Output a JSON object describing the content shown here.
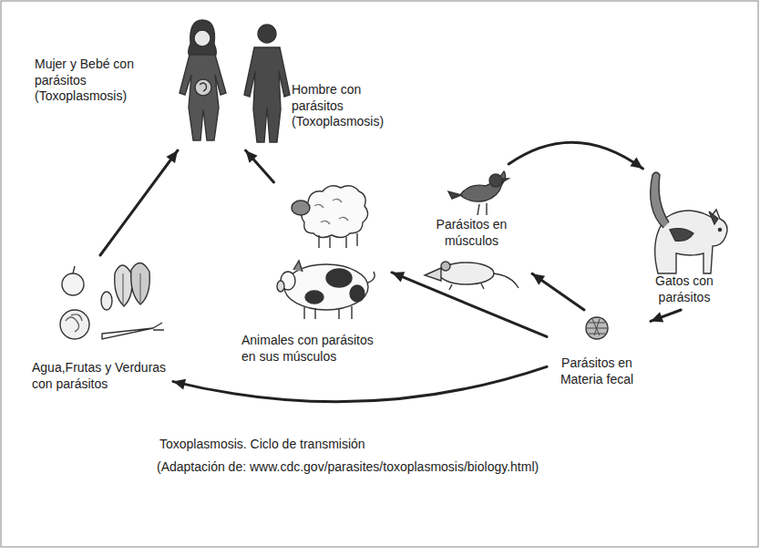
{
  "diagram": {
    "title": "Toxoplasmosis. Ciclo de transmisión",
    "caption": "(Adaptación de: www.cdc.gov/parasites/toxoplasmosis/biology.html)",
    "nodes": [
      {
        "text": [
          "Mujer y Bebé con parásitos (Toxoplasmosis)"
        ]
      },
      {
        "text": [
          "Hombre con parásitos (Toxoplasmosis)"
        ]
      },
      {
        "text": [
          "Parásitos en músculos"
        ]
      },
      {
        "text": [
          "Gatos con parásitos"
        ]
      },
      {
        "text": [
          "Parásitos en Materia fecal"
        ]
      },
      {
        "text": [
          "Animales con parásitos en sus músculos"
        ]
      },
      {
        "text": [
          "Agua,Frutas y Verduras con parásitos"
        ]
      }
    ],
    "edges": [
      {
        "from": 6,
        "to": 0,
        "arrow": "to"
      },
      {
        "from": 5,
        "to": 1,
        "arrow": "to"
      },
      {
        "from": 2,
        "to": 3,
        "arrow": "to"
      },
      {
        "from": 3,
        "to": 4,
        "arrow": "to"
      },
      {
        "from": 4,
        "to": 2,
        "arrow": "to"
      },
      {
        "from": 4,
        "to": 5,
        "arrow": "to"
      },
      {
        "from": 4,
        "to": 6,
        "arrow": "to"
      }
    ]
  }
}
